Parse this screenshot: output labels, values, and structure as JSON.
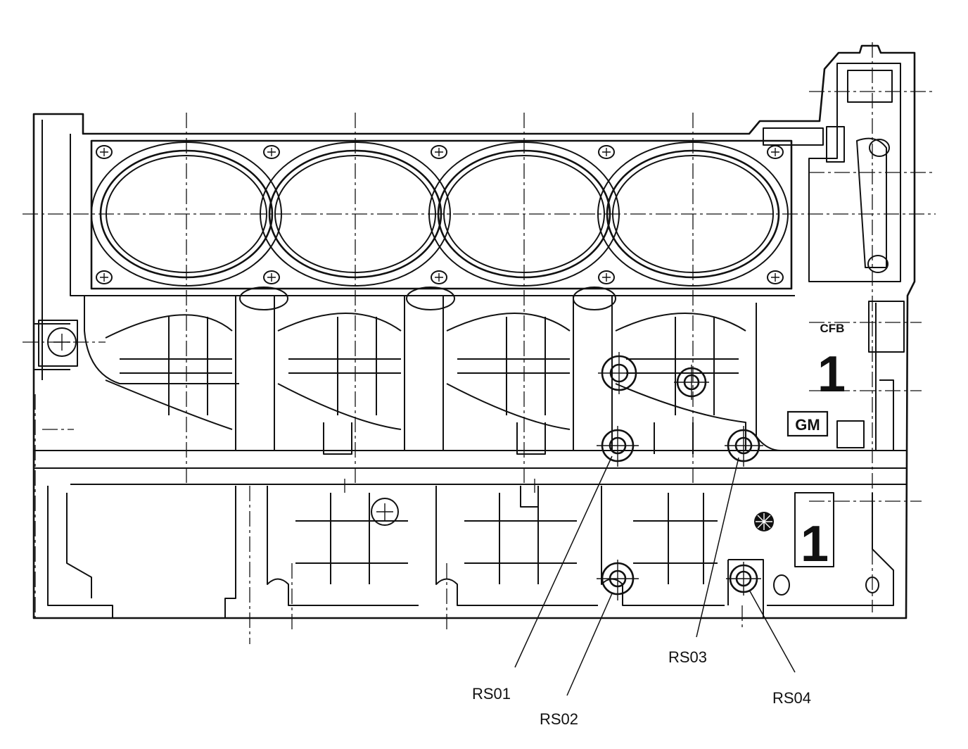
{
  "block_markings": {
    "code": "CFB",
    "number_top": "1",
    "brand": "GM",
    "number_bottom": "1"
  },
  "callouts": [
    {
      "id": "RS01",
      "label": "RS01"
    },
    {
      "id": "RS02",
      "label": "RS02"
    },
    {
      "id": "RS03",
      "label": "RS03"
    },
    {
      "id": "RS04",
      "label": "RS04"
    }
  ],
  "colors": {
    "line": "#111111",
    "background": "#ffffff"
  }
}
